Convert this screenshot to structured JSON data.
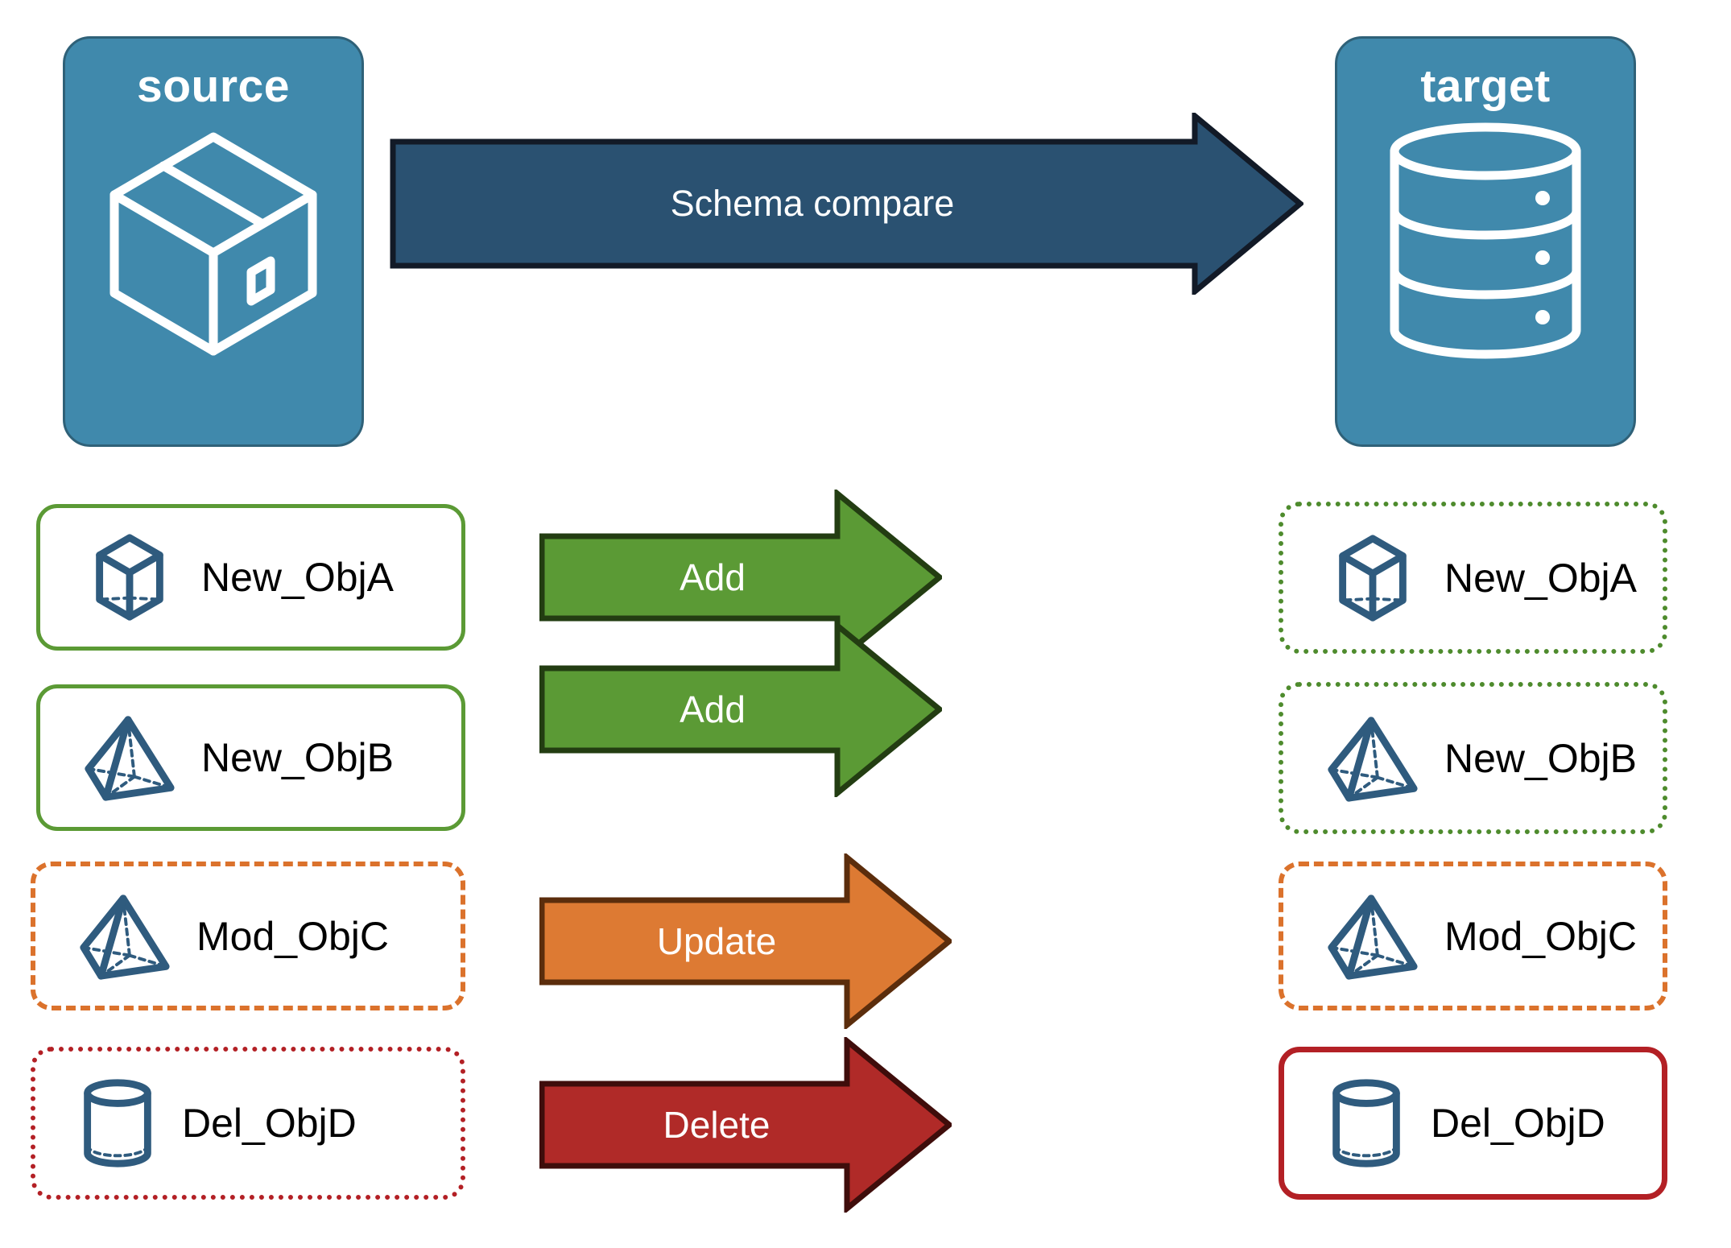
{
  "diagram": {
    "title": "Schema compare",
    "background_color": "#ffffff"
  },
  "endpoints": {
    "source": {
      "label": "source",
      "icon": "package-box-icon",
      "fill_color": "#4089AC",
      "border_color": "#2F6178",
      "text_color": "#ffffff"
    },
    "target": {
      "label": "target",
      "icon": "database-cylinder-icon",
      "fill_color": "#4089AC",
      "border_color": "#2F6178",
      "text_color": "#ffffff"
    }
  },
  "main_arrow": {
    "label": "Schema compare",
    "fill_color": "#2A5171",
    "border_color": "#121A27",
    "text_color": "#ffffff",
    "direction": "right"
  },
  "rows": [
    {
      "action": "Add",
      "arrow_fill": "#5B9A35",
      "arrow_border": "#233D12",
      "arrow_text_color": "#ffffff",
      "source": {
        "label": "New_ObjA",
        "icon": "wireframe-cube-icon",
        "border_style": "solid",
        "border_color": "#5B9A35"
      },
      "target": {
        "label": "New_ObjA",
        "icon": "wireframe-cube-icon",
        "border_style": "dotted",
        "border_color": "#4E8B2D"
      }
    },
    {
      "action": "Add",
      "arrow_fill": "#5B9A35",
      "arrow_border": "#233D12",
      "arrow_text_color": "#ffffff",
      "source": {
        "label": "New_ObjB",
        "icon": "wireframe-pyramid-icon",
        "border_style": "solid",
        "border_color": "#5B9A35"
      },
      "target": {
        "label": "New_ObjB",
        "icon": "wireframe-pyramid-icon",
        "border_style": "dotted",
        "border_color": "#4E8B2D"
      }
    },
    {
      "action": "Update",
      "arrow_fill": "#DD7A33",
      "arrow_border": "#5B2D0C",
      "arrow_text_color": "#ffffff",
      "source": {
        "label": "Mod_ObjC",
        "icon": "wireframe-pyramid-icon",
        "border_style": "dashed",
        "border_color": "#DB722C"
      },
      "target": {
        "label": "Mod_ObjC",
        "icon": "wireframe-pyramid-icon",
        "border_style": "dashed",
        "border_color": "#DB722C"
      }
    },
    {
      "action": "Delete",
      "arrow_fill": "#B02A28",
      "arrow_border": "#3F0D0B",
      "arrow_text_color": "#ffffff",
      "source": {
        "label": "Del_ObjD",
        "icon": "wireframe-cylinder-icon",
        "border_style": "dotted",
        "border_color": "#B32025"
      },
      "target": {
        "label": "Del_ObjD",
        "icon": "wireframe-cylinder-icon",
        "border_style": "solid",
        "border_color": "#B32025"
      }
    }
  ],
  "palette": {
    "object_icon_color": "#2F5B7E",
    "label_color": "#000000"
  }
}
